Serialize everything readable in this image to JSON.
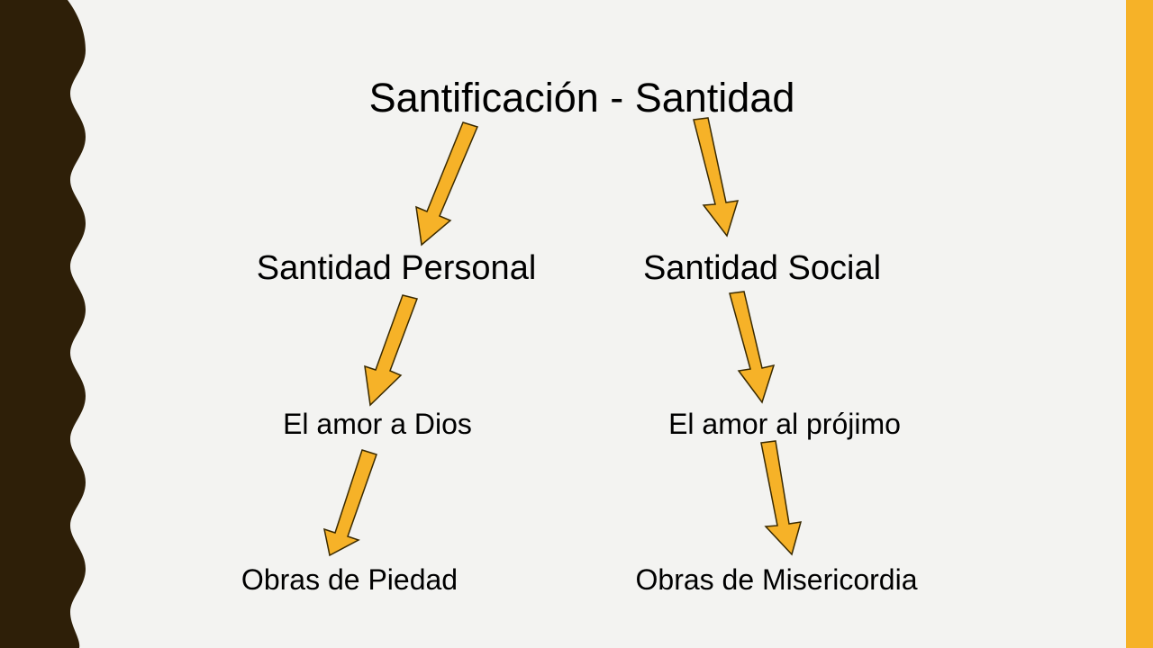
{
  "slide": {
    "title": "Santificación - Santidad",
    "colors": {
      "background": "#f3f3f1",
      "left_band": "#2e1f08",
      "accent": "#f6b228",
      "arrow_stroke": "#3a2a00"
    }
  },
  "diagram": {
    "left_branch": {
      "level1": "Santidad Personal",
      "level2": "El amor a Dios",
      "level3": "Obras de Piedad"
    },
    "right_branch": {
      "level1": "Santidad Social",
      "level2": "El amor al prójimo",
      "level3": "Obras de Misericordia"
    },
    "edges": [
      {
        "from": "Santificación - Santidad",
        "to": "Santidad Personal"
      },
      {
        "from": "Santificación - Santidad",
        "to": "Santidad Social"
      },
      {
        "from": "Santidad Personal",
        "to": "El amor a Dios"
      },
      {
        "from": "Santidad Social",
        "to": "El amor al prójimo"
      },
      {
        "from": "El amor a Dios",
        "to": "Obras de Piedad"
      },
      {
        "from": "El amor al prójimo",
        "to": "Obras de Misericordia"
      }
    ]
  }
}
